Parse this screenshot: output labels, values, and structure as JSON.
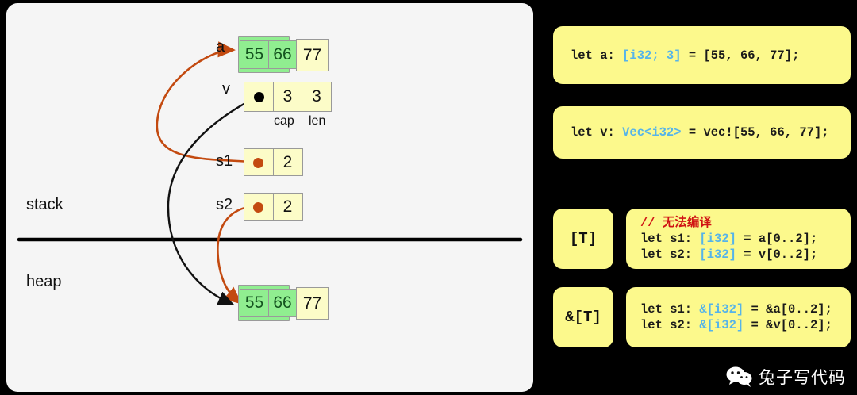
{
  "diagram": {
    "region_labels": {
      "stack": "stack",
      "heap": "heap"
    },
    "variables": {
      "a": "a",
      "v": "v",
      "s1": "s1",
      "s2": "s2"
    },
    "vec_field_labels": {
      "cap": "cap",
      "len": "len"
    },
    "array_a": {
      "values": [
        "55",
        "66",
        "77"
      ],
      "highlighted": [
        "55",
        "66"
      ]
    },
    "vec_v": {
      "ptr": "●",
      "cap": "3",
      "len": "3"
    },
    "slice_s1": {
      "ptr": "●",
      "len": "2"
    },
    "slice_s2": {
      "ptr": "●",
      "len": "2"
    },
    "heap_array": {
      "values": [
        "55",
        "66",
        "77"
      ],
      "highlighted": [
        "55",
        "66"
      ]
    },
    "colors": {
      "panel_bg": "#f5f5f5",
      "cell_yellow": "#fcfcc8",
      "cell_green": "#90ee90",
      "arrow_orange": "#c34a10",
      "arrow_black": "#111111"
    }
  },
  "code": {
    "card1": {
      "line1": {
        "pre": "let a: ",
        "type": "[i32; 3]",
        "post": " = [55, 66, 77];"
      }
    },
    "card2": {
      "line1": {
        "pre": "let v: ",
        "type": "Vec<i32>",
        "post": " = vec![55, 66, 77];"
      }
    },
    "card3": {
      "badge": "[T]",
      "comment": "// 无法编译",
      "line1": {
        "pre": "let s1: ",
        "type": "[i32]",
        "post": " = a[0..2];"
      },
      "line2": {
        "pre": "let s2: ",
        "type": "[i32]",
        "post": " = v[0..2];"
      }
    },
    "card4": {
      "badge": "&[T]",
      "line1": {
        "pre": "let s1: ",
        "type": "&[i32]",
        "post": " = &a[0..2];"
      },
      "line2": {
        "pre": "let s2: ",
        "type": "&[i32]",
        "post": " = &v[0..2];"
      }
    }
  },
  "watermark": {
    "icon": "wechat-icon",
    "text": "兔子写代码"
  }
}
